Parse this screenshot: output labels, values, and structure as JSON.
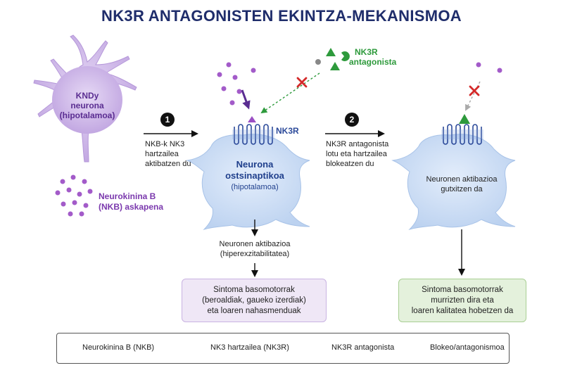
{
  "title": "NK3R ANTAGONISTEN EKINTZA-MEKANISMOA",
  "kndy": {
    "line1": "KNDy",
    "line2": "neurona",
    "line3": "(hipotalamoa)"
  },
  "nkb_release": {
    "line1": "Neurokinina B",
    "line2": "(NKB) askapena"
  },
  "step1": {
    "number": "1",
    "line1": "NKB-k NK3",
    "line2": "hartzailea",
    "line3": "aktibatzen du"
  },
  "step2": {
    "number": "2",
    "line1": "NK3R antagonista",
    "line2": "lotu eta hartzailea",
    "line3": "blokeatzen du"
  },
  "nk3r_label": "NK3R",
  "antagonist_label": {
    "line1": "NK3R",
    "line2": "antagonista"
  },
  "postsynaptic": {
    "line1": "Neurona",
    "line2": "ostsinaptikoa",
    "line3": "(hipotalamoa)"
  },
  "activation": {
    "line1": "Neuronen aktibazioa",
    "line2": "(hiperexzitabilitatea)"
  },
  "symptoms": {
    "line1": "Sintoma basomotorrak",
    "line2": "(beroaldiak, gaueko izerdiak)",
    "line3": "eta loaren nahasmenduak"
  },
  "reduced": {
    "line1": "Neuronen aktibazioa",
    "line2": "gutxitzen da"
  },
  "outcome": {
    "line1": "Sintoma basomotorrak",
    "line2": "murrizten dira eta",
    "line3": "loaren kalitatea hobetzen da"
  },
  "legend": {
    "nkb": "Neurokinina B (NKB)",
    "receptor": "NK3 hartzailea (NK3R)",
    "antagonist": "NK3R antagonista",
    "block": "Blokeo/antagonismoa"
  },
  "colors": {
    "title": "#1f2d6b",
    "nkb_purple": "#9b4fc4",
    "kndy_body": "#c9b0e6",
    "cell_body": "#cfe0f6",
    "receptor": "#2c4a9a",
    "antagonist_green": "#2e9a3c",
    "block_red": "#d42a2a"
  }
}
